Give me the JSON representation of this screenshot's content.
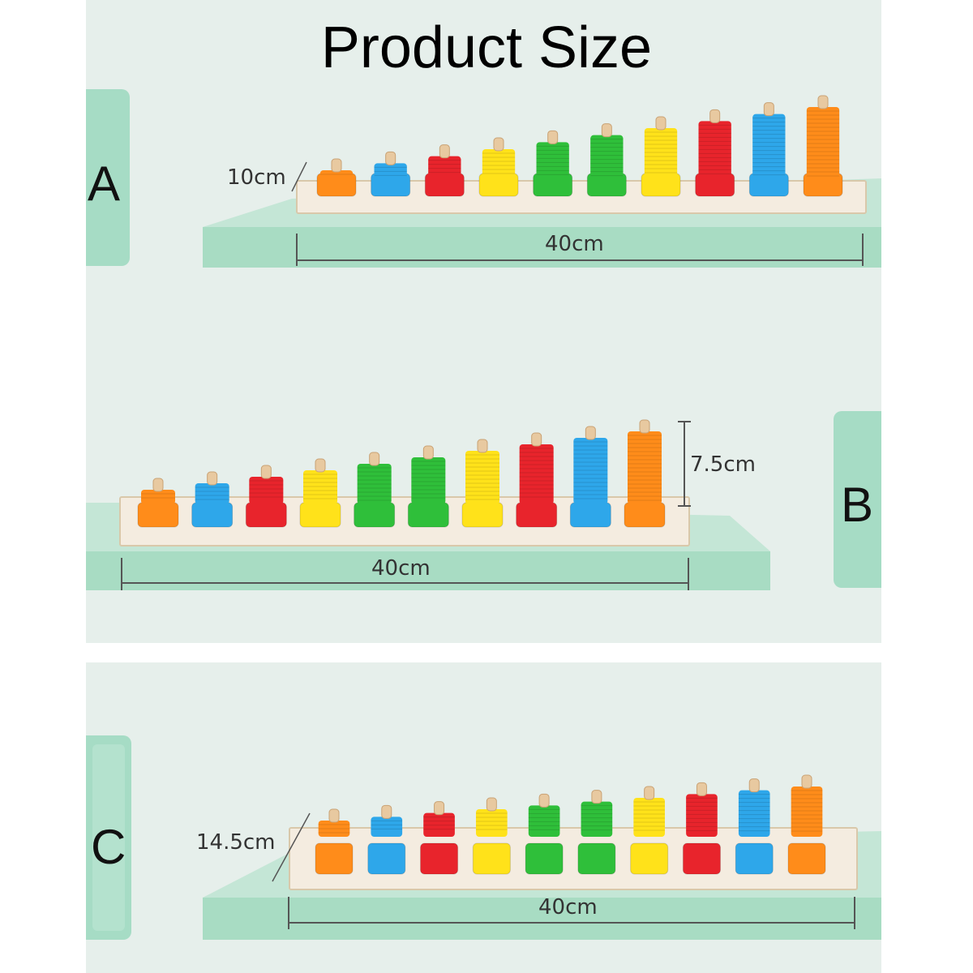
{
  "title": "Product Size",
  "variants": [
    {
      "label": "A",
      "height_label": "10cm",
      "length_label": "40cm"
    },
    {
      "label": "B",
      "height_label": "7.5cm",
      "length_label": "40cm"
    },
    {
      "label": "C",
      "height_label": "14.5cm",
      "length_label": "40cm"
    }
  ],
  "colors": {
    "panel_bg": "#e6efeb",
    "tab": "#a6dcc5",
    "shelf": "#a8dcc3",
    "board": "#f4ece0",
    "pieces": [
      "#ff8c1a",
      "#2ea7ea",
      "#e8242c",
      "#ffe21a",
      "#2fbf3a",
      "#2fbf3a",
      "#ffe21a",
      "#e8242c",
      "#2ea7ea",
      "#ff8c1a"
    ]
  }
}
